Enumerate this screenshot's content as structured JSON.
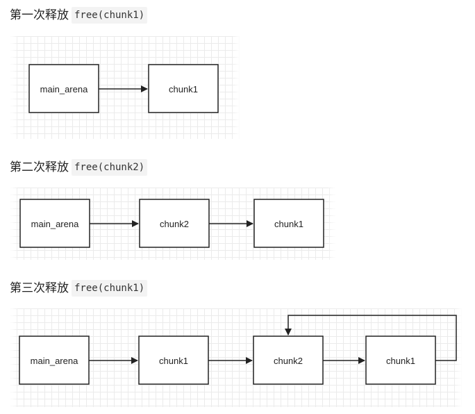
{
  "sections": [
    {
      "title": "第一次释放",
      "code": "free(chunk1)",
      "nodes": [
        "main_arena",
        "chunk1"
      ]
    },
    {
      "title": "第二次释放",
      "code": "free(chunk2)",
      "nodes": [
        "main_arena",
        "chunk2",
        "chunk1"
      ]
    },
    {
      "title": "第三次释放",
      "code": "free(chunk1)",
      "nodes": [
        "main_arena",
        "chunk1",
        "chunk2",
        "chunk1"
      ],
      "loop_back": "last node points back to third node"
    }
  ]
}
